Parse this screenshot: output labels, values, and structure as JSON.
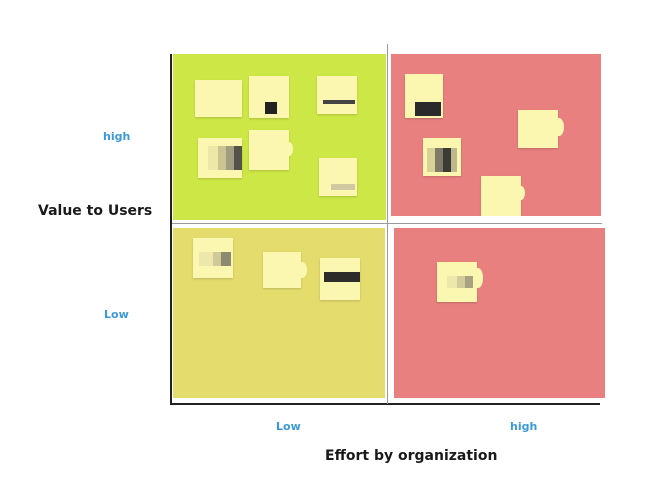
{
  "axes": {
    "y_title": "Value to Users",
    "x_title": "Effort by organization",
    "y_ticks": [
      "high",
      "Low"
    ],
    "x_ticks": [
      "Low",
      "high"
    ]
  },
  "colors": {
    "quad_low_effort_high_value": "#cde846",
    "quad_high_effort_high_value": "#e98080",
    "quad_low_effort_low_value": "#e4dd6d",
    "quad_high_effort_low_value": "#e98080",
    "note": "#fbf7b1",
    "tick_label": "#3a9ad9"
  },
  "quadrants": [
    {
      "id": "low-effort-high-value",
      "note_count": 6
    },
    {
      "id": "high-effort-high-value",
      "note_count": 4
    },
    {
      "id": "low-effort-low-value",
      "note_count": 3
    },
    {
      "id": "high-effort-low-value",
      "note_count": 1
    }
  ]
}
